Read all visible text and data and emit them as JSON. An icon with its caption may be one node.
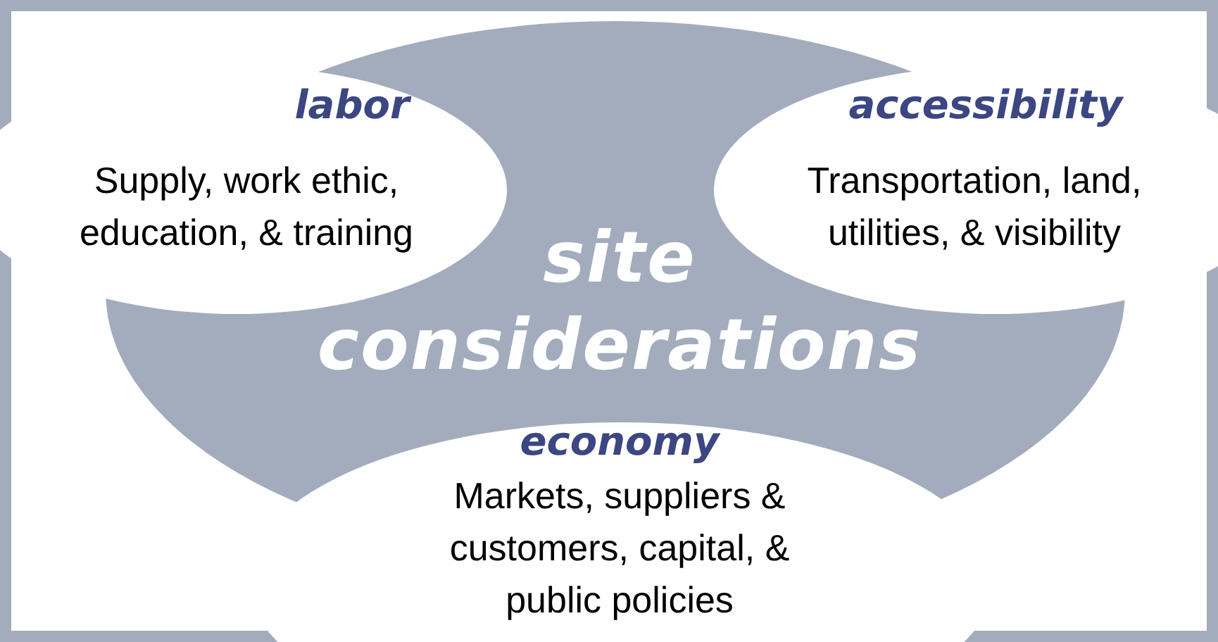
{
  "diagram": {
    "nodes": [
      {
        "text": [
          "site considerations"
        ]
      },
      {
        "text": [
          "labor",
          "Supply, work ethic, education, & training"
        ]
      },
      {
        "text": [
          "accessibility",
          "Transportation, land, utilities, & visibility"
        ]
      },
      {
        "text": [
          "economy",
          "Markets, suppliers & customers, capital, & public policies"
        ]
      }
    ]
  }
}
